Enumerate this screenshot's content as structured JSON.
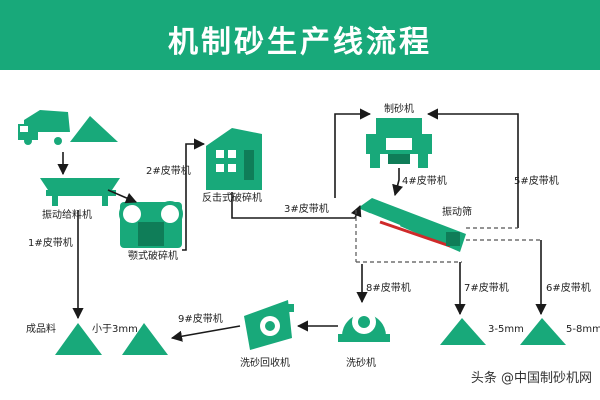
{
  "title": "机制砂生产线流程",
  "colors": {
    "banner": "#18a97a",
    "machine": "#18a97a",
    "pile": "#18a97a",
    "arrow": "#1a1a1a",
    "dashed": "#555555",
    "screen_bar": "#cf2a2a"
  },
  "machines": {
    "feeder": "振动给料机",
    "jaw_crusher": "颚式破碎机",
    "impact_crusher": "反击式破碎机",
    "sand_maker": "制砂机",
    "vibrating_screen": "振动筛",
    "sand_washer": "洗砂机",
    "sand_recycler": "洗砂回收机"
  },
  "belts": {
    "b1": "1#皮带机",
    "b2": "2#皮带机",
    "b3": "3#皮带机",
    "b4": "4#皮带机",
    "b5": "5#皮带机",
    "b6": "6#皮带机",
    "b7": "7#皮带机",
    "b8": "8#皮带机",
    "b9": "9#皮带机"
  },
  "products": {
    "finished": "成品料",
    "under3": "小于3mm",
    "size_3_5": "3-5mm",
    "size_5_8": "5-8mm"
  },
  "icons": [
    "dump-truck-icon",
    "raw-pile-icon",
    "feeder-icon",
    "jaw-crusher-icon",
    "impact-crusher-icon",
    "sand-maker-icon",
    "vibrating-screen-icon",
    "sand-washer-icon",
    "sand-recycler-icon",
    "product-pile-icon"
  ],
  "watermark": "头条 @中国制砂机网"
}
